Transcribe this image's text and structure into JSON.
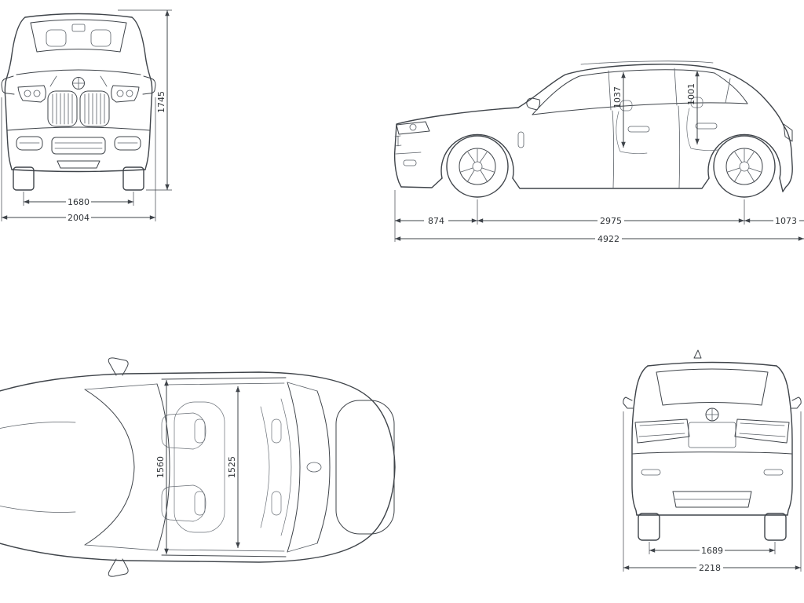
{
  "colors": {
    "background": "#ffffff",
    "line": "#3f444a",
    "text": "#2f3337"
  },
  "views": {
    "front": {
      "dims": {
        "height": "1745",
        "track_width": "1680",
        "overall_width": "2004"
      }
    },
    "side": {
      "dims": {
        "front_headroom": "1037",
        "rear_headroom": "1001",
        "front_overhang": "874",
        "wheelbase": "2975",
        "rear_overhang": "1073",
        "overall_length": "4922"
      }
    },
    "top": {
      "dims": {
        "front_interior_width": "1560",
        "rear_interior_width": "1525"
      }
    },
    "rear": {
      "dims": {
        "rear_track": "1689",
        "overall_width": "2218"
      }
    }
  }
}
